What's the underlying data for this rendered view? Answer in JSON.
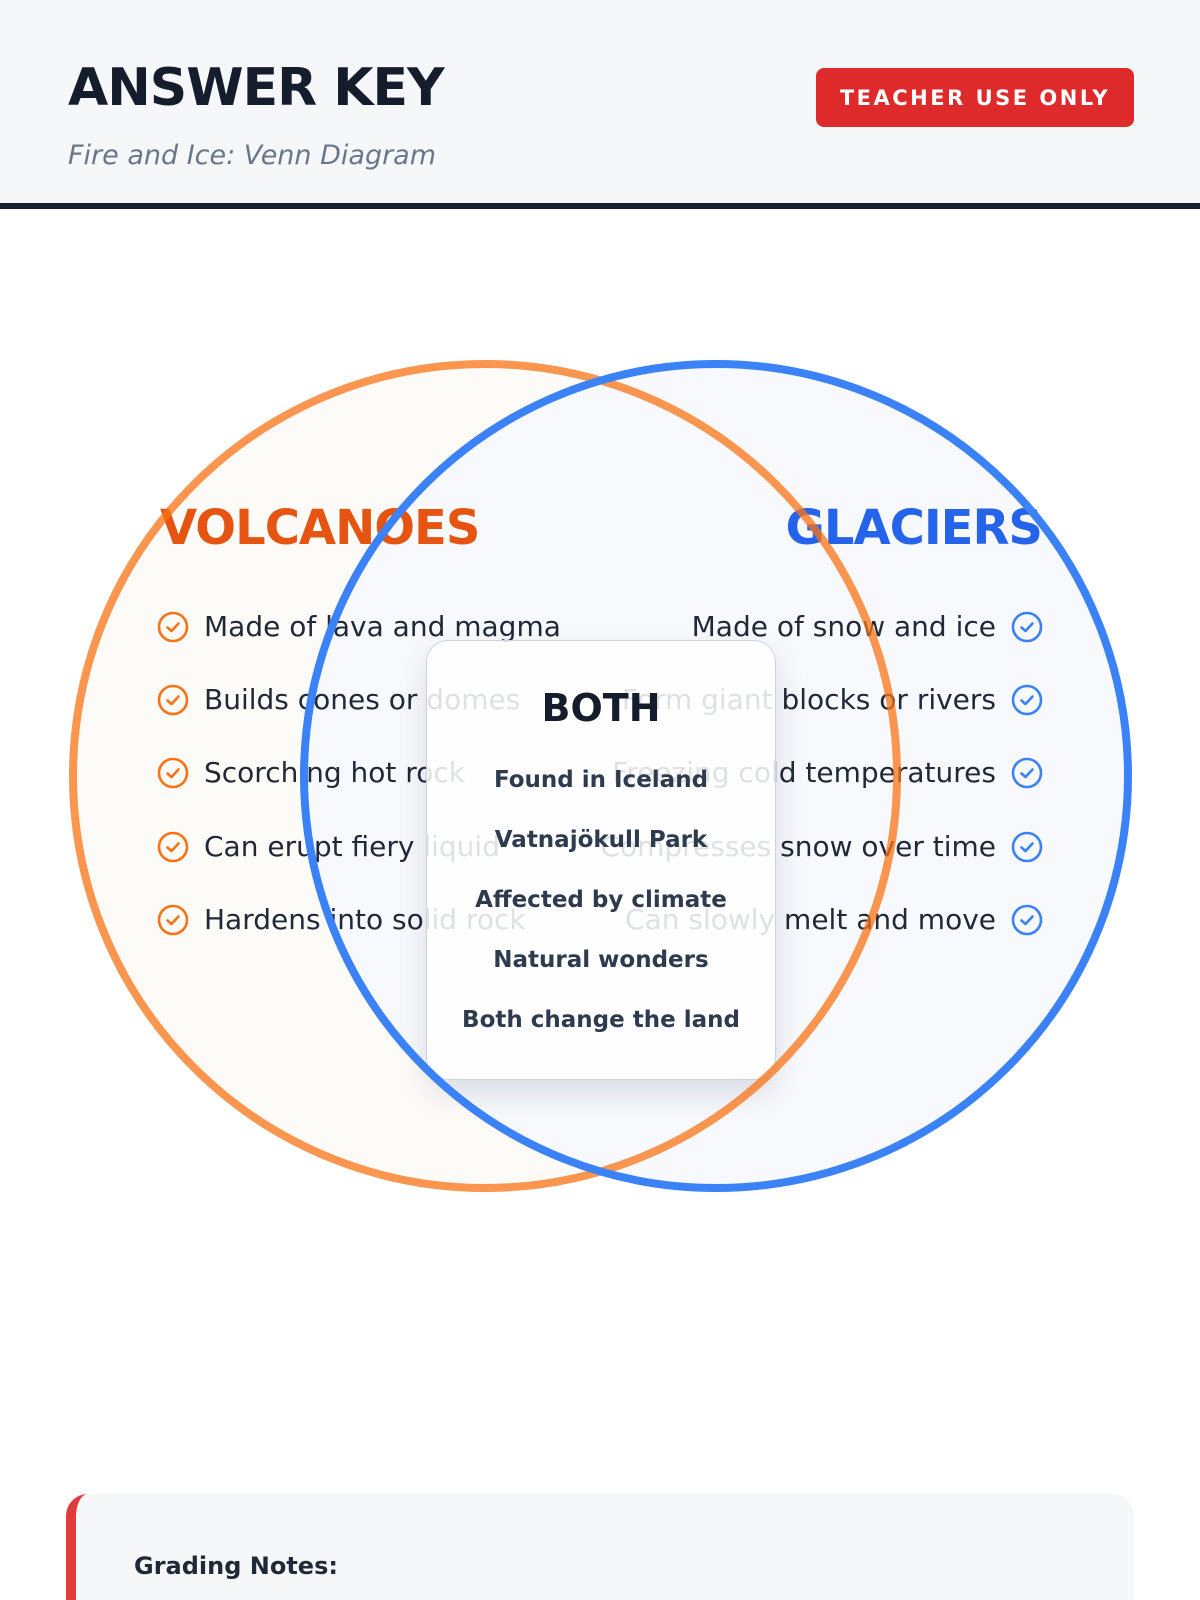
{
  "header": {
    "title": "ANSWER KEY",
    "subtitle": "Fire and Ice: Venn Diagram",
    "badge": "TEACHER USE ONLY"
  },
  "venn": {
    "left": {
      "title": "VOLCANOES",
      "color": "#f97316",
      "title_color": "#e55410",
      "items": [
        "Made of lava and magma",
        "Builds cones or domes",
        "Scorching hot rock",
        "Can erupt fiery liquid",
        "Hardens into solid rock"
      ]
    },
    "right": {
      "title": "GLACIERS",
      "color": "#3b82f6",
      "title_color": "#2563eb",
      "items": [
        "Made of snow and ice",
        "Form giant blocks or rivers",
        "Freezing cold temperatures",
        "Compresses snow over time",
        "Can slowly melt and move"
      ]
    },
    "both": {
      "title": "BOTH",
      "items": [
        "Found in Iceland",
        "Vatnajökull Park",
        "Affected by climate",
        "Natural wonders",
        "Both change the land"
      ]
    },
    "icons": {
      "left": "check-circle-icon",
      "right": "check-circle-icon"
    }
  },
  "notes": {
    "title": "Grading Notes:",
    "accent": "#e23b3b"
  },
  "colors": {
    "badge": "#de2a2a",
    "header_rule": "#18202e"
  }
}
